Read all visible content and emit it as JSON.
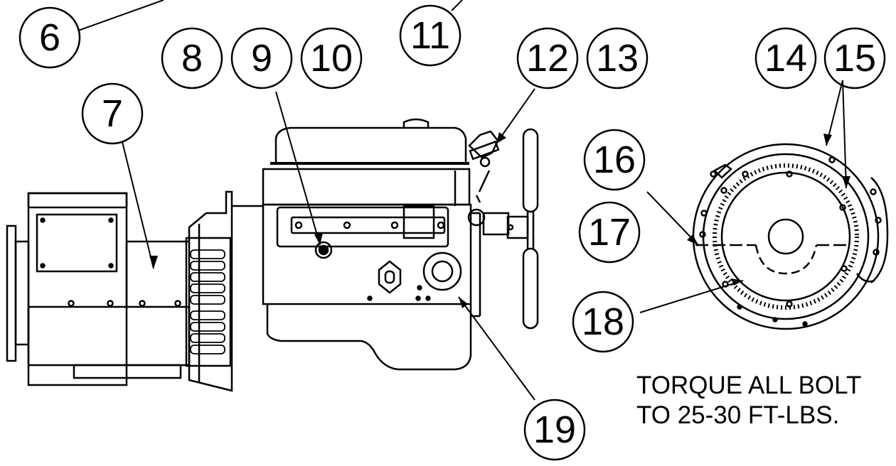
{
  "callouts": {
    "c6": "6",
    "c7": "7",
    "c8": "8",
    "c9": "9",
    "c10": "10",
    "c11": "11",
    "c12": "12",
    "c13": "13",
    "c14": "14",
    "c15": "15",
    "c16": "16",
    "c17": "17",
    "c18": "18",
    "c19": "19"
  },
  "note": {
    "line1": "TORQUE ALL BOLT",
    "line2": "TO 25-30 FT-LBS."
  }
}
